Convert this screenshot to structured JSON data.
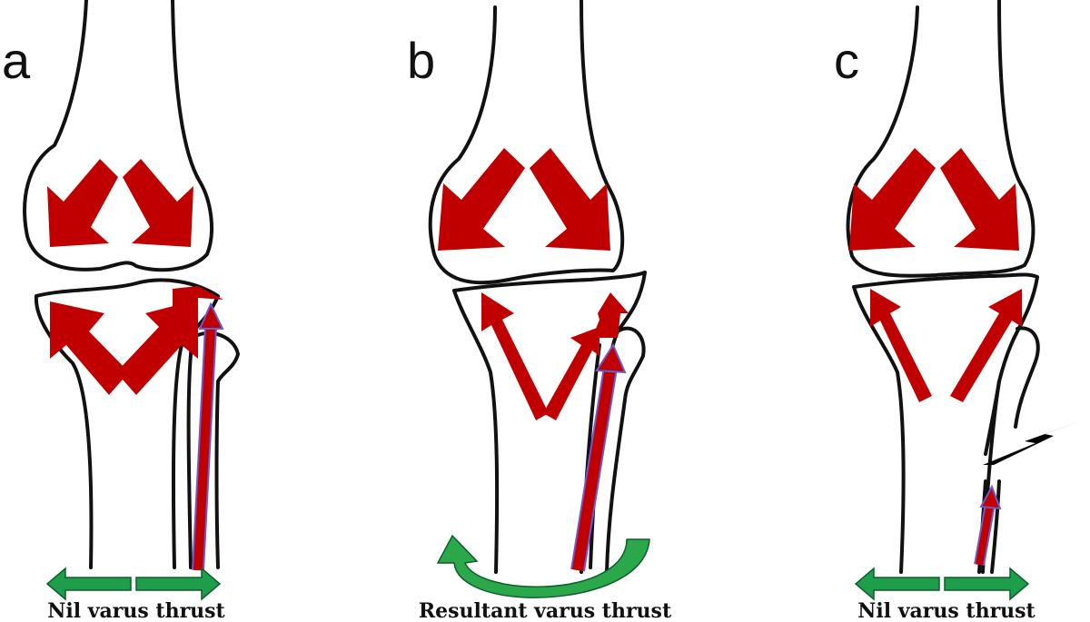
{
  "panels": [
    {
      "letter": "a",
      "caption": "Nil varus thrust",
      "thrust": "nil"
    },
    {
      "letter": "b",
      "caption": "Resultant varus thrust",
      "thrust": "varus"
    },
    {
      "letter": "c",
      "caption": "Nil varus thrust",
      "thrust": "nil",
      "fibula_fracture": true
    }
  ],
  "colors": {
    "force_arrow": "#c00000",
    "fibula_arrow_outline": "#6a5acd",
    "thrust_arrow": "#1e9e4a",
    "varus_curve": "#2aa84a",
    "bone_outline": "#111111",
    "fracture_bolt": "#000000"
  },
  "icons": {
    "force_arrow": "red-force-arrow-icon",
    "thrust_arrow": "green-double-arrow-icon",
    "varus_arrow": "curved-varus-arrow-icon",
    "fracture": "lightning-bolt-icon"
  }
}
